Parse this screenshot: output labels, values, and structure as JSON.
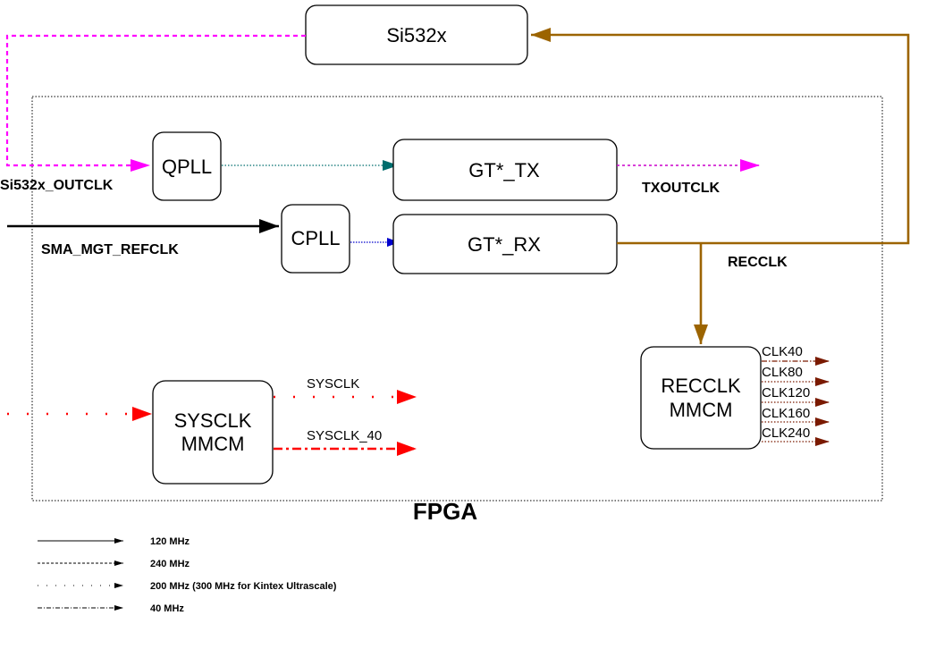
{
  "blocks": {
    "si532x": "Si532x",
    "qpll": "QPLL",
    "cpll": "CPLL",
    "gt_tx": "GT*_TX",
    "gt_rx": "GT*_RX",
    "sysclk_mmcm": [
      "SYSCLK",
      "MMCM"
    ],
    "recclk_mmcm": [
      "RECCLK",
      "MMCM"
    ]
  },
  "fpga_label": "FPGA",
  "signals": {
    "si532x_outclk": "Si532x_OUTCLK",
    "sma_mgt_refclk": "SMA_MGT_REFCLK",
    "txoutclk": "TXOUTCLK",
    "recclk": "RECCLK",
    "sysclk": "SYSCLK",
    "sysclk_40": "SYSCLK_40"
  },
  "recclk_outputs": [
    "CLK40",
    "CLK80",
    "CLK120",
    "CLK160",
    "CLK240"
  ],
  "legend": [
    {
      "style": "solid",
      "label": "120 MHz"
    },
    {
      "style": "dashed",
      "label": "240 MHz"
    },
    {
      "style": "dotted",
      "label": "200 MHz (300 MHz for Kintex Ultrascale)"
    },
    {
      "style": "dashdot",
      "label": "40 MHz"
    }
  ],
  "colors": {
    "magenta": "#ff00ff",
    "teal": "#006e6e",
    "blue": "#0000cc",
    "red": "#ff0000",
    "brown": "#9c6400",
    "dark_red": "#7a1a00"
  }
}
